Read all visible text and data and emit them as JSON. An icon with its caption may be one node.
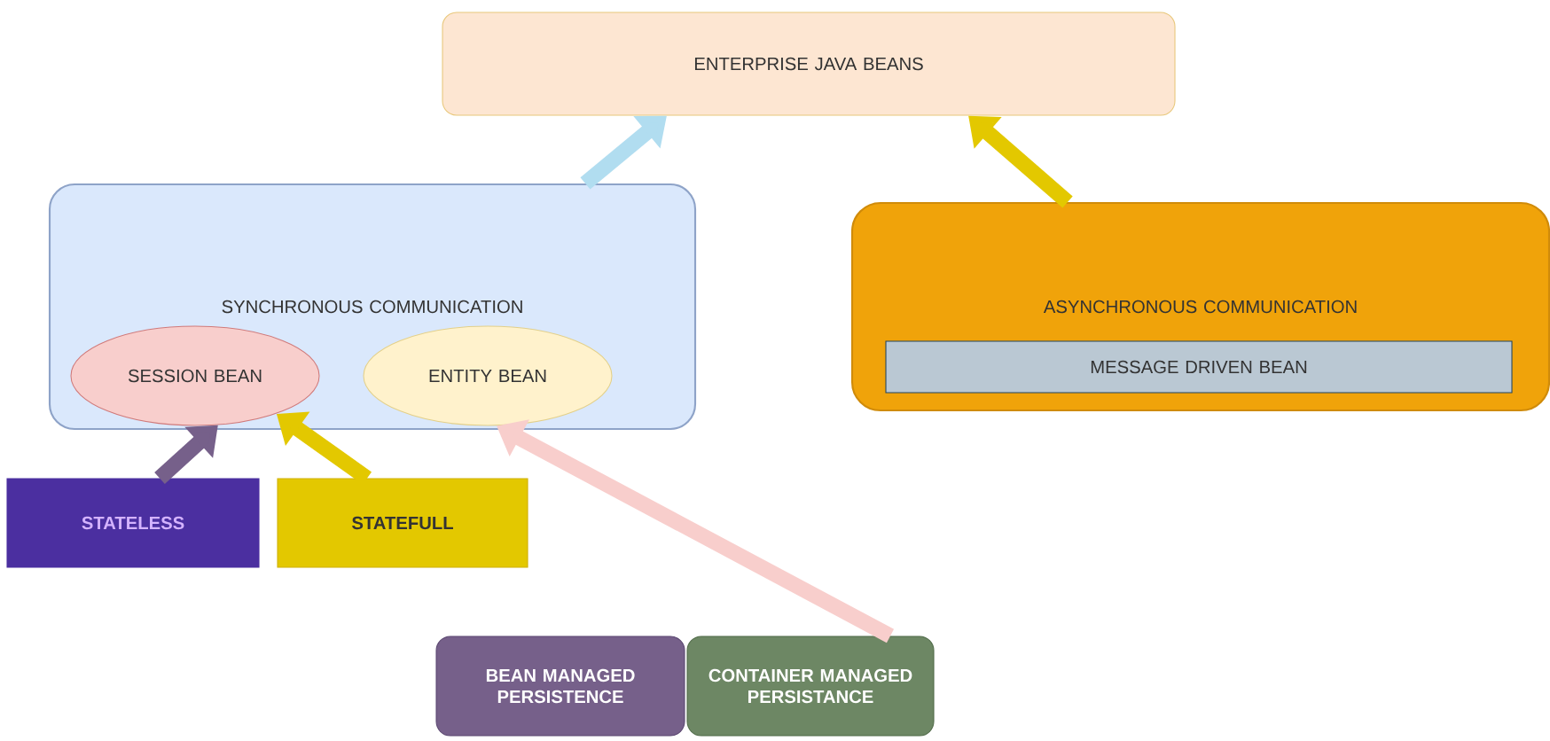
{
  "diagram": {
    "nodes": [
      {
        "text": [
          "ENTERPRISE JAVA BEANS"
        ]
      },
      {
        "text": [
          "SYNCHRONOUS COMMUNICATION"
        ]
      },
      {
        "text": [
          "SESSION BEAN"
        ],
        "in": 1
      },
      {
        "text": [
          "ENTITY BEAN"
        ],
        "in": 1
      },
      {
        "text": [
          "ASYNCHRONOUS COMMUNICATION"
        ]
      },
      {
        "text": [
          "MESSAGE DRIVEN BEAN"
        ],
        "in": 4
      },
      {
        "text": [
          "STATELESS"
        ]
      },
      {
        "text": [
          "STATEFULL"
        ]
      },
      {
        "text": [
          "BEAN MANAGED PERSISTENCE"
        ]
      },
      {
        "text": [
          "CONTAINER MANAGED PERSISTANCE"
        ]
      }
    ],
    "edges": [
      {
        "from": 1,
        "to": 0,
        "arrow": "to",
        "color": "#b1ddf0"
      },
      {
        "from": 4,
        "to": 0,
        "arrow": "to",
        "color": "#e3c800"
      },
      {
        "from": 6,
        "to": 2,
        "arrow": "to",
        "color": "#76608a"
      },
      {
        "from": 7,
        "to": 2,
        "arrow": "to",
        "color": "#e3c800"
      },
      {
        "from": 9,
        "to": 3,
        "arrow": "to",
        "color": "#f8cecc"
      }
    ]
  }
}
